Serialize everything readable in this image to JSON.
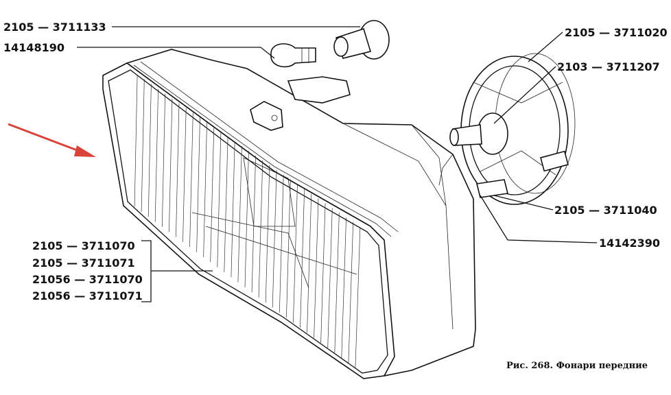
{
  "labels": {
    "top_left_1": "2105 — 3711133",
    "top_left_2": "14148190",
    "right_1": "2105 — 3711020",
    "right_2": "2103 — 3711207",
    "right_3": "2105 — 3711040",
    "right_4": "14142390",
    "group_1": "2105 — 3711070",
    "group_2": "2105 — 3711071",
    "group_3": "21056  — 3711070",
    "group_4": "21056 — 3711071"
  },
  "caption": "Рис. 268. Фонари передние",
  "colors": {
    "arrow": "#d9433a",
    "ink": "#111111"
  }
}
